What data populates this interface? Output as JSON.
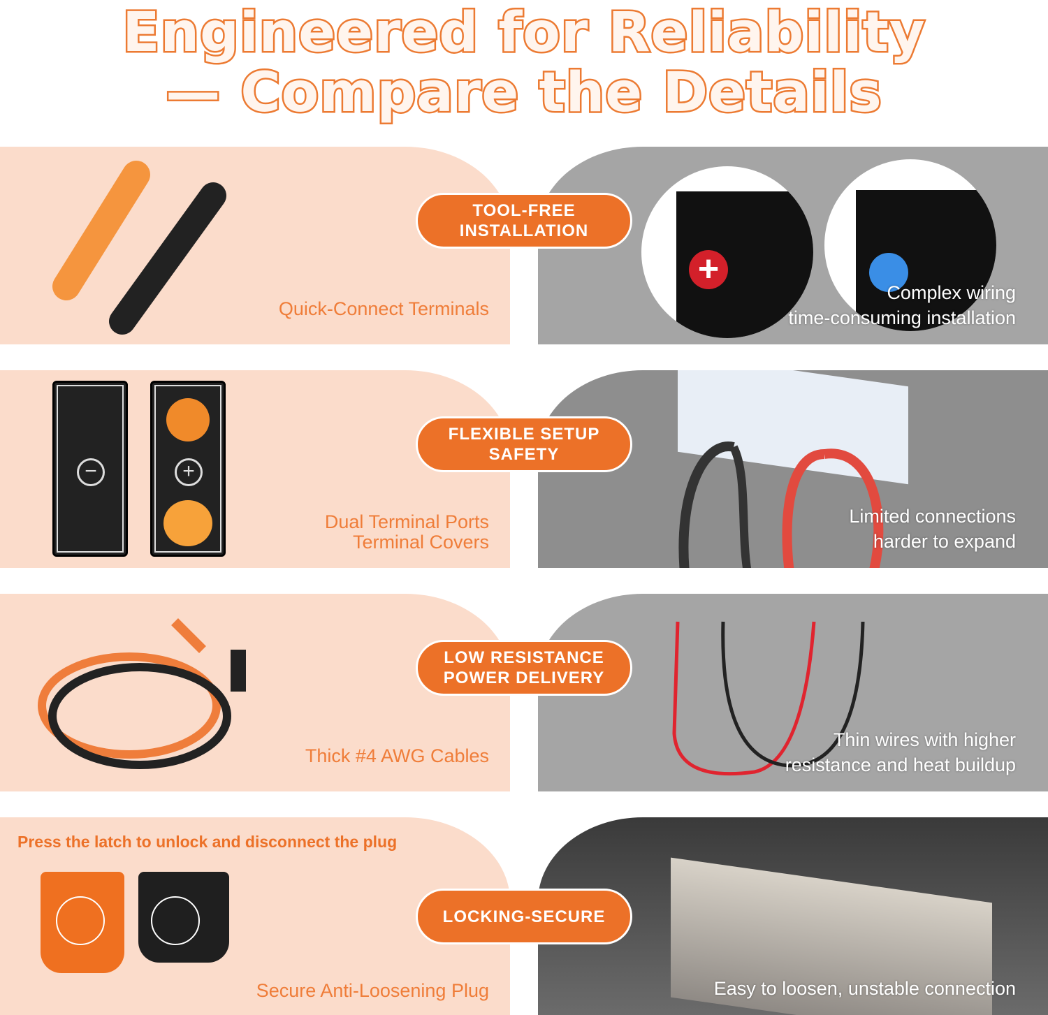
{
  "title": {
    "line1": "Engineered for Reliability",
    "line2": "— Compare the Details"
  },
  "colors": {
    "accent": "#ec7128",
    "left_panel": "#fbdccb",
    "right_panel": "#a5a5a5"
  },
  "rows": [
    {
      "badge": [
        "TOOL-FREE",
        "INSTALLATION"
      ],
      "left_caption": [
        "Quick-Connect Terminals"
      ],
      "right_caption": [
        "Complex wiring",
        "time-consuming installation"
      ]
    },
    {
      "badge": [
        "FLEXIBLE SETUP",
        "SAFETY"
      ],
      "left_caption": [
        "Dual Terminal Ports",
        "Terminal Covers"
      ],
      "right_caption": [
        "Limited connections",
        "harder to expand"
      ]
    },
    {
      "badge": [
        "LOW RESISTANCE",
        "POWER DELIVERY"
      ],
      "left_caption": [
        "Thick #4 AWG Cables"
      ],
      "right_caption": [
        "Thin wires with higher",
        "resistance and heat buildup"
      ]
    },
    {
      "badge": [
        "LOCKING-SECURE"
      ],
      "left_note": "Press the latch to unlock and disconnect the plug",
      "left_caption": [
        "Secure Anti-Loosening Plug"
      ],
      "right_caption": [
        "Easy to loosen, unstable connection"
      ]
    }
  ]
}
